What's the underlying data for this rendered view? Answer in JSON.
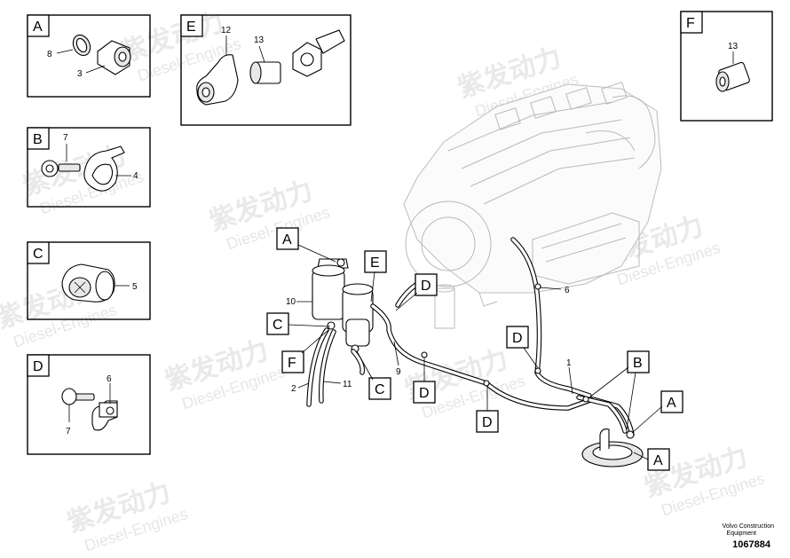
{
  "watermark": {
    "line1": "紫发动力",
    "line2": "Diesel-Engines"
  },
  "footer": {
    "maker": "Volvo Construction",
    "kind": "Equipment",
    "figure_id": "1067884"
  },
  "details": {
    "A": {
      "letter": "A",
      "callouts": [
        "8",
        "3"
      ]
    },
    "B": {
      "letter": "B",
      "callouts": [
        "7",
        "4"
      ]
    },
    "C": {
      "letter": "C",
      "callouts": [
        "5"
      ]
    },
    "D": {
      "letter": "D",
      "callouts": [
        "6",
        "7"
      ]
    },
    "E": {
      "letter": "E",
      "callouts": [
        "12",
        "13"
      ]
    },
    "F": {
      "letter": "F",
      "callouts": [
        "13"
      ]
    }
  },
  "main_tags": [
    "A",
    "E",
    "D",
    "C",
    "F",
    "C",
    "D",
    "D",
    "D",
    "B",
    "A",
    "A"
  ],
  "main_callouts": [
    "10",
    "6",
    "9",
    "1",
    "2",
    "11"
  ]
}
